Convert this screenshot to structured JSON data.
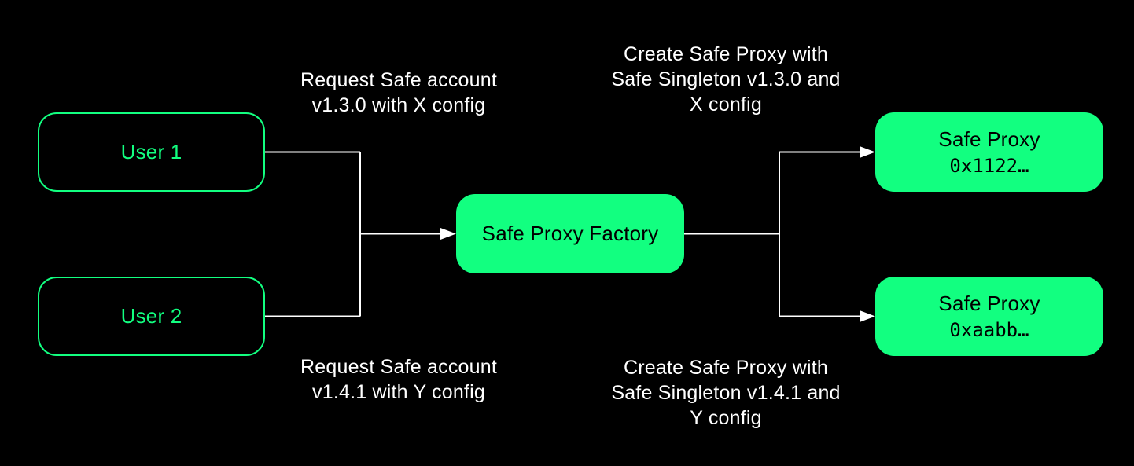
{
  "colors": {
    "background": "#000000",
    "accent_green": "#12FF80",
    "connector_line": "#FFFFFF",
    "edge_label_text": "#FFFFFF",
    "filled_node_text": "#000000"
  },
  "nodes": {
    "user1": {
      "label": "User 1"
    },
    "user2": {
      "label": "User 2"
    },
    "factory": {
      "label": "Safe Proxy Factory"
    },
    "proxy1": {
      "title": "Safe Proxy",
      "address": "0x1122…"
    },
    "proxy2": {
      "title": "Safe Proxy",
      "address": "0xaabb…"
    }
  },
  "edge_labels": {
    "request_top": {
      "line1": "Request Safe account",
      "line2": "v1.3.0 with X config"
    },
    "request_bottom": {
      "line1": "Request Safe account",
      "line2": "v1.4.1 with Y config"
    },
    "create_top": {
      "line1": "Create Safe Proxy with",
      "line2": "Safe Singleton v1.3.0 and",
      "line3": "X config"
    },
    "create_bottom": {
      "line1": "Create Safe Proxy with",
      "line2": "Safe Singleton v1.4.1 and",
      "line3": "Y config"
    }
  }
}
